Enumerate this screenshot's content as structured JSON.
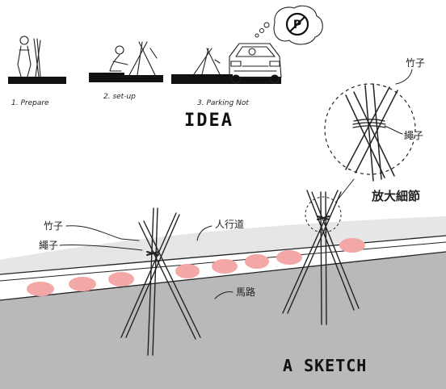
{
  "steps": [
    {
      "caption": "1. Prepare"
    },
    {
      "caption": "2. set-up"
    },
    {
      "caption": "3. Parking Not"
    }
  ],
  "idea_title": "IDEA",
  "detail": {
    "bamboo_label": "竹子",
    "rope_label": "繩子",
    "magnify_label": "放大細節"
  },
  "sketch": {
    "bamboo_label": "竹子",
    "rope_label": "繩子",
    "sidewalk_label": "人行道",
    "road_label": "馬路",
    "title": "A SKETCH"
  },
  "colors": {
    "road": "#b9b9b9",
    "sidewalk": "#e6e6e6",
    "curb_marks": "#f4a7a7",
    "ink": "#222222"
  }
}
